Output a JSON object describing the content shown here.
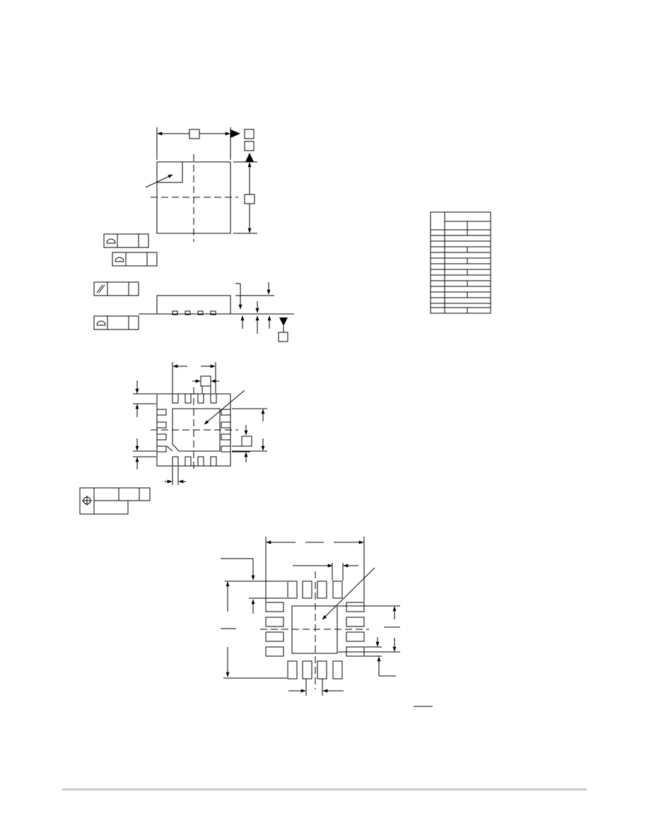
{
  "colors": {
    "ink": "#000000",
    "footer_rule": "#c8c8c8",
    "background": "#ffffff"
  },
  "icons": {
    "profile": "profile-of-surface-symbol",
    "parallelism": "parallelism-symbol",
    "position": "true-position-symbol",
    "datum": "datum-triangle"
  }
}
